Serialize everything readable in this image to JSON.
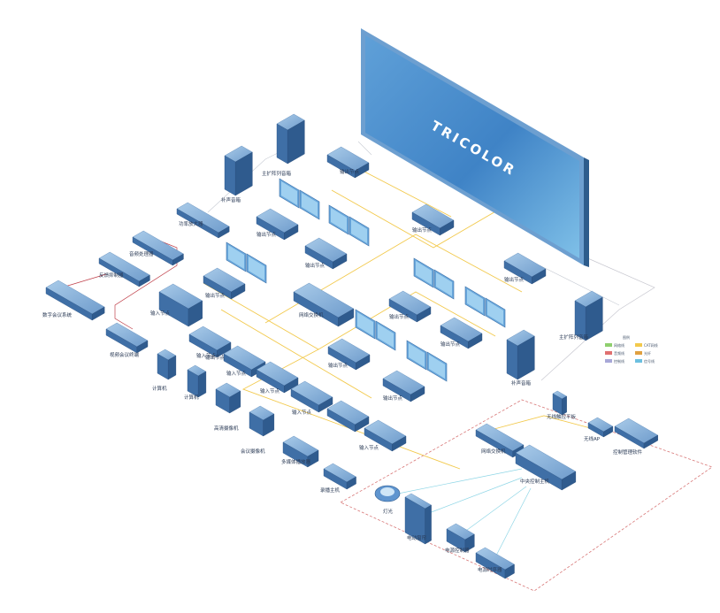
{
  "brand": "TRICOLOR",
  "colors": {
    "network": "#f2c94c",
    "fiber": "#f0a0a0",
    "control": "#ad2a3a",
    "signal": "#8ed6e6",
    "device_top": "#8ab4dc",
    "device_front": "#3f6fa6",
    "device_side": "#2f5b8e"
  },
  "labels": {
    "main_matrix_top": "主扩阵列音箱",
    "main_matrix_right": "主扩阵列音箱",
    "sub_speaker_left": "补声音箱",
    "sub_speaker_right": "补声音箱",
    "power_amp": "功率放大器",
    "audio_processor": "音频处理器",
    "feedback_suppressor": "反馈抑制器",
    "digital_conference": "数字会议系统",
    "wireless_mic": "视频会议终端",
    "input_node_1": "输入节点",
    "input_node_2": "输入节点",
    "input_node_3": "输入节点",
    "input_node_4": "输入节点",
    "input_node_5": "输入节点",
    "input_node_6": "输入节点",
    "output_node_top": "输出节点",
    "output_node_2": "输出节点",
    "output_node_3": "输出节点",
    "output_node_4": "输出节点",
    "output_node_5": "输出节点",
    "output_node_6": "输出节点",
    "output_node_7": "输出节点",
    "output_node_8": "输出节点",
    "output_node_9": "输出节点",
    "output_node_10": "输出节点",
    "output_node_11": "输出节点",
    "core_switch": "网络交换机",
    "computer_1": "计算机",
    "computer_2": "计算机",
    "camera_1": "高清摄像机",
    "camera_2": "会议摄像机",
    "media_player": "多媒体播放器",
    "recorder": "录播主机",
    "network_switch": "网络交换机",
    "central_control": "中央控制主机",
    "touch_panel": "无线触控平板",
    "wireless_ap": "无线AP",
    "control_software": "控制管理软件",
    "lighting": "灯光",
    "curtain": "电动窗帘",
    "relay_box": "电源控制器",
    "power_sequencer": "电源时序器"
  },
  "legend": {
    "title": "图例",
    "items": [
      {
        "color": "#8fcf6e",
        "label": "网络线"
      },
      {
        "color": "#f2c94c",
        "label": "CAT网线"
      },
      {
        "color": "#e07070",
        "label": "音频线"
      },
      {
        "color": "#e0a040",
        "label": "光纤"
      },
      {
        "color": "#a8a8d8",
        "label": "控制线"
      },
      {
        "color": "#6cc0e0",
        "label": "信号线"
      }
    ]
  }
}
